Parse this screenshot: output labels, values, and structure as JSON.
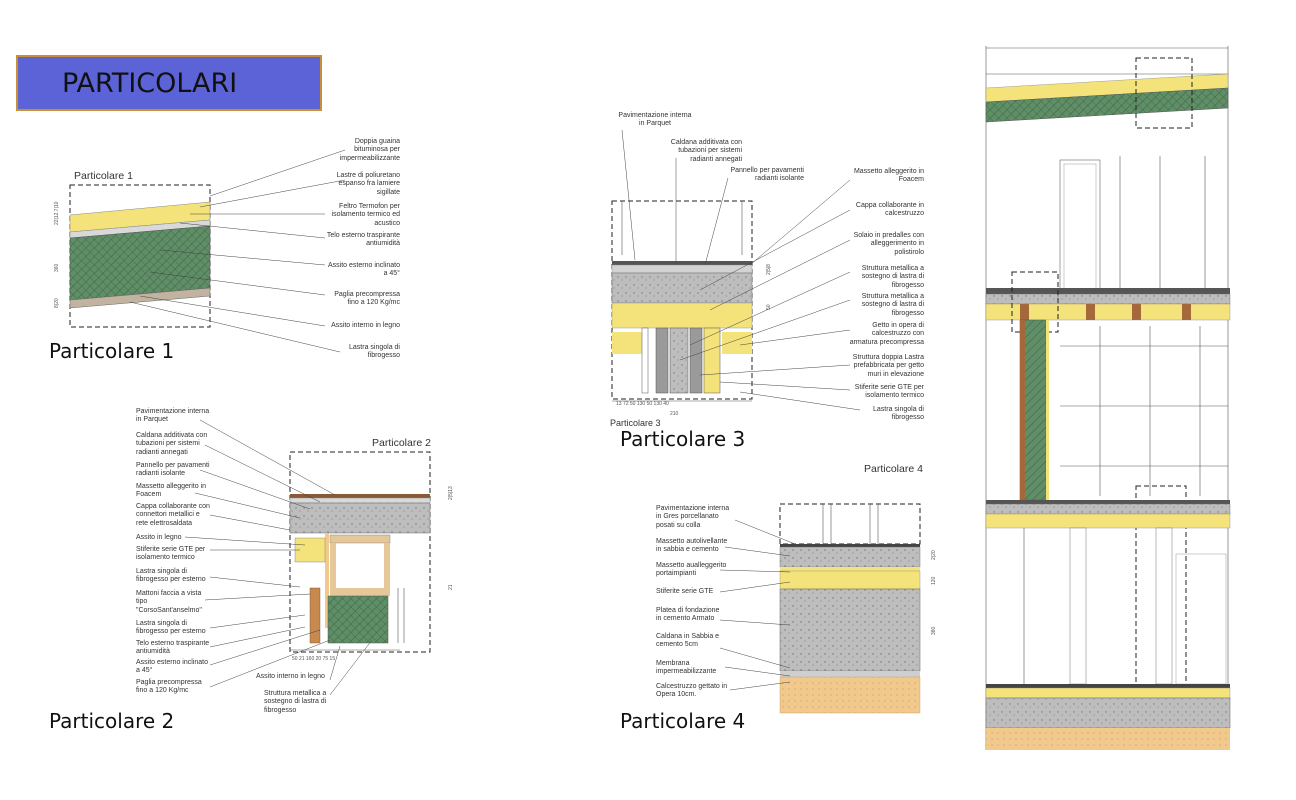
{
  "page": {
    "title": "PARTICOLARI"
  },
  "details": {
    "d1": {
      "drawing_title": "Particolare 1",
      "caption": "Particolare 1",
      "notes": [
        "Doppia guaina\nbituminosa per\nimpermeabilizzante",
        "Lastre di poliuretano\nespanso fra lamiere\nsigillate",
        "Feltro Termofon per\nisolamento termico ed\nacustico",
        "Telo esterno traspirante\nantiumidità",
        "Assito esterno inclinato\na 45°",
        "Paglia precompressa\nfino a 120 Kg/mc",
        "Assito interno in legno",
        "Lastra singola di\nfibrogesso"
      ]
    },
    "d2": {
      "drawing_title": "Particolare 2",
      "caption": "Particolare 2",
      "notes": [
        "Pavimentazione interna\nin Parquet",
        "Caldana additivata con\ntubazioni per sistemi\nradianti annegati",
        "Pannello per pavamenti\nradianti isolante",
        "Massetto alleggerito in\nFoacem",
        "Cappa collaborante con\nconnettori metallici e\nrete elettrosaldata",
        "Assito in legno",
        "Stiferite serie GTE per\nisolamento termico",
        "Lastra singola di\nfibrogesso per esterno",
        "Mattoni faccia a vista\ntipo\n\"CorsoSant'anselmo\"",
        "Lastra singola di\nfibrogesso per esterno",
        "Telo esterno traspirante\nantiumidità",
        "Assito esterno inclinato\na 45°",
        "Paglia precompressa\nfino a 120 Kg/mc"
      ],
      "bottom_notes": [
        "Assito interno in legno",
        "Struttura metallica a\nsostegno di lastra di\nfibrogesso"
      ]
    },
    "d3": {
      "drawing_title": "Particolare 3",
      "caption": "Particolare 3",
      "top_notes": [
        "Pavimentazione interna\nin Parquet",
        "Caldana additivata con\ntubazioni per sistemi\nradianti annegati",
        "Pannello per pavamenti\nradianti isolante"
      ],
      "notes": [
        "Massetto alleggerito in\nFoacem",
        "Cappa collaborante in\ncalcestruzzo",
        "Solaio in predalles con\nalleggerimento in\npolistirolo",
        "Struttura metallica a\nsostegno di lastra di\nfibrogesso",
        "Struttura metallica a\nsostegno di lastra di\nfibrogesso",
        "Getto in opera di\ncalcestruzzo  con\narmatura precompressa",
        "Struttura doppia Lastra\nprefabbricata per getto\nmuri in elevazione",
        "Stiferite serie GTE per\nisolamento termico",
        "Lastra singola di\nfibrogesso"
      ]
    },
    "d4": {
      "drawing_title": "Particolare 4",
      "caption": "Particolare 4",
      "notes": [
        "Pavimentazione interna\nin Gres porcellanato\nposati su colla",
        "Massetto autolivellante\nin sabbia e cemento",
        "Massetto aualleggerito\nportaimpianti",
        "Stiferite serie GTE",
        "Platea di fondazione\nin cemento Armato",
        "Caldana in Sabbia e\ncemento 5cm",
        "Membrana\nimpermeabilizzante",
        "Calcestruzzo gettato in\nOpera 10cm."
      ]
    }
  },
  "colors": {
    "title_fill": "#5b63d6",
    "title_border": "#c98f36",
    "insulation_green": "#5f8e67",
    "insulation_yellow": "#f3e37a",
    "concrete_grey": "#bdbdbd",
    "wood_brown": "#a5683a",
    "sand": "#f2c98c"
  }
}
